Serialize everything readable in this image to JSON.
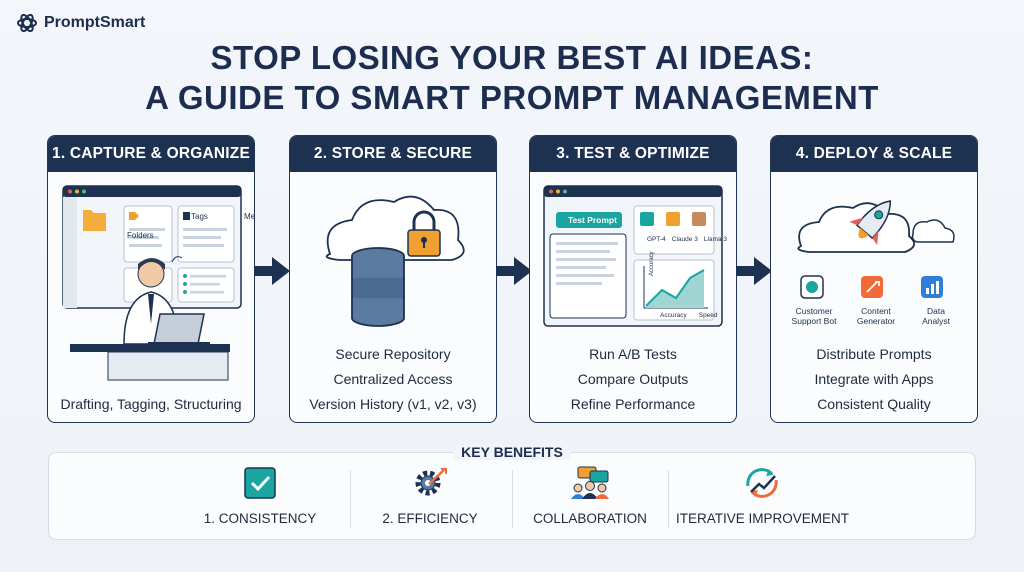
{
  "brand": {
    "name": "PromptSmart"
  },
  "title": {
    "line1": "STOP LOSING YOUR BEST AI IDEAS:",
    "line2": "A GUIDE TO SMART PROMPT MANAGEMENT"
  },
  "steps": [
    {
      "heading": "1. CAPTURE & ORGANIZE",
      "illus": {
        "folders": "Folders",
        "tags": "Tags",
        "metadata": "Metadata"
      },
      "lines": [
        "Drafting, Tagging, Structuring"
      ]
    },
    {
      "heading": "2. STORE & SECURE",
      "lines": [
        "Secure Repository",
        "Centralized Access",
        "Version History (v1, v2, v3)"
      ]
    },
    {
      "heading": "3. TEST & OPTIMIZE",
      "illus": {
        "test_prompt": "Test Prompt",
        "models": [
          "GPT-4",
          "Claude 3",
          "Llama 3"
        ],
        "y_label": "Accuracy",
        "x_labels": [
          "Accuracy",
          "Speed"
        ]
      },
      "lines": [
        "Run A/B Tests",
        "Compare Outputs",
        "Refine Performance"
      ]
    },
    {
      "heading": "4. DEPLOY & SCALE",
      "illus": {
        "apps": [
          "Customer Support Bot",
          "Content Generator",
          "Data Analyst"
        ],
        "apps_split": [
          [
            "Customer",
            "Support Bot"
          ],
          [
            "Content",
            "Generator"
          ],
          [
            "Data",
            "Analyst"
          ]
        ]
      },
      "lines": [
        "Distribute Prompts",
        "Integrate with Apps",
        "Consistent Quality"
      ]
    }
  ],
  "benefits": {
    "title": "KEY BENEFITS",
    "items": [
      {
        "label": "1. CONSISTENCY",
        "icon": "checkbox-icon"
      },
      {
        "label": "2. EFFICIENCY",
        "icon": "gear-target-icon"
      },
      {
        "label": "COLLABORATION",
        "icon": "team-chat-icon"
      },
      {
        "label": "ITERATIVE IMPROVEMENT",
        "icon": "cycle-growth-icon"
      }
    ]
  },
  "colors": {
    "navy": "#1d3150",
    "teal": "#1aa5a0",
    "orange": "#f0a030"
  }
}
